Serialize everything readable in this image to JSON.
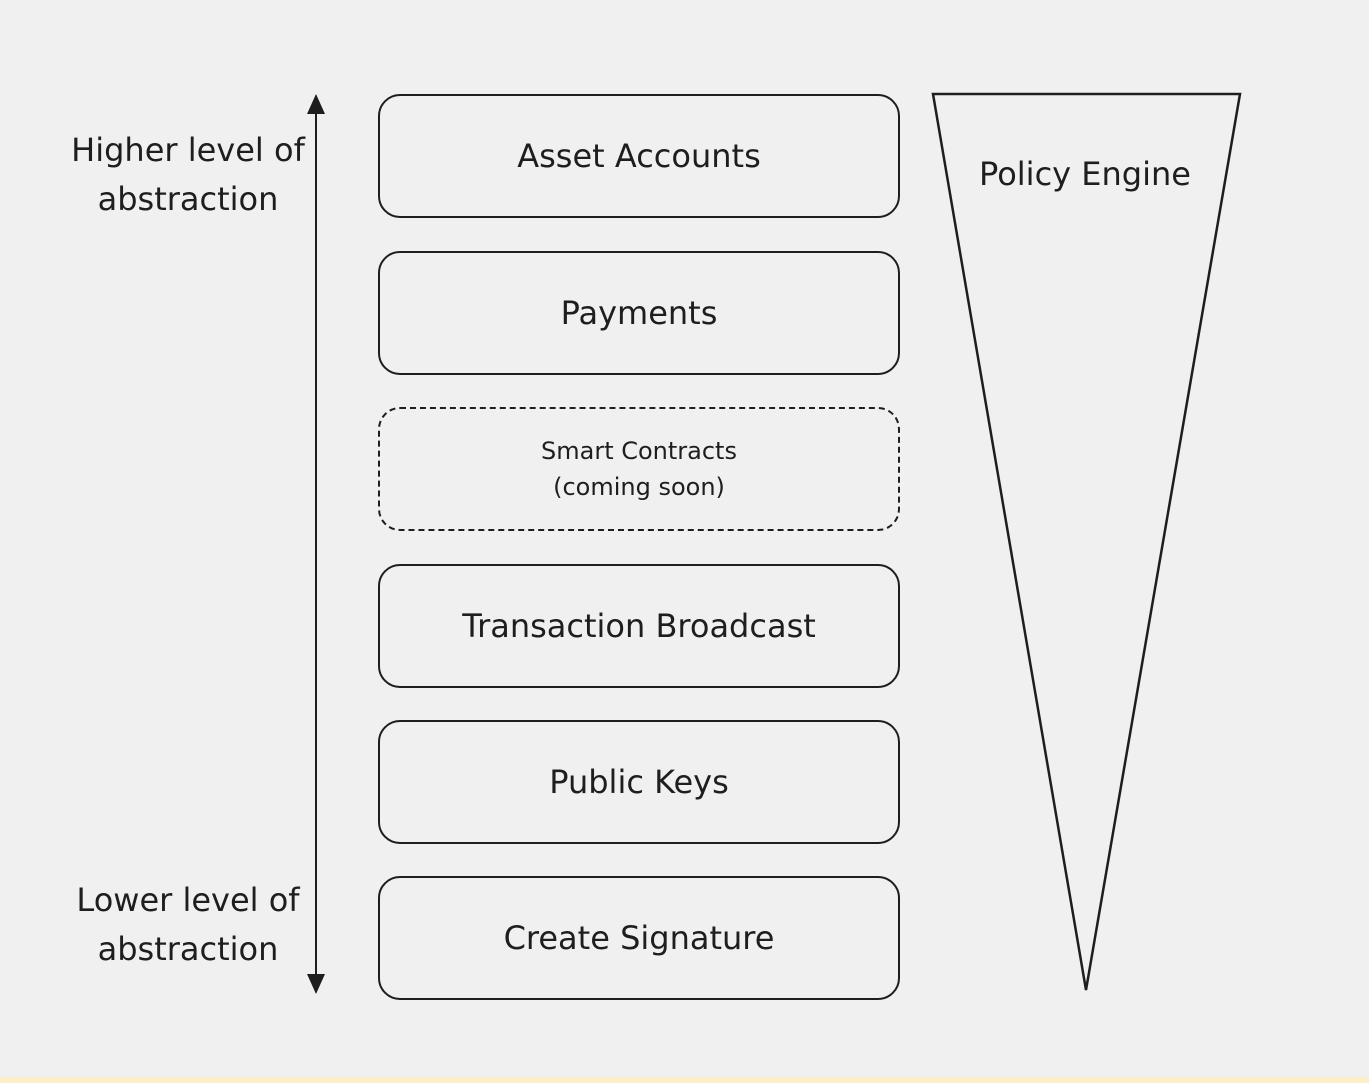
{
  "axis": {
    "top_label_line1": "Higher level of",
    "top_label_line2": "abstraction",
    "bottom_label_line1": "Lower level of",
    "bottom_label_line2": "abstraction"
  },
  "layers": [
    {
      "label": "Asset Accounts",
      "style": "solid"
    },
    {
      "label": "Payments",
      "style": "solid"
    },
    {
      "label_line1": "Smart Contracts",
      "label_line2": "(coming soon)",
      "style": "dashed"
    },
    {
      "label": "Transaction Broadcast",
      "style": "solid"
    },
    {
      "label": "Public Keys",
      "style": "solid"
    },
    {
      "label": "Create Signature",
      "style": "solid"
    }
  ],
  "policy_engine": {
    "label": "Policy Engine"
  },
  "colors": {
    "background": "#f0f0f0",
    "stroke": "#1e1e1e",
    "bottom_strip": "#fbeec8"
  }
}
